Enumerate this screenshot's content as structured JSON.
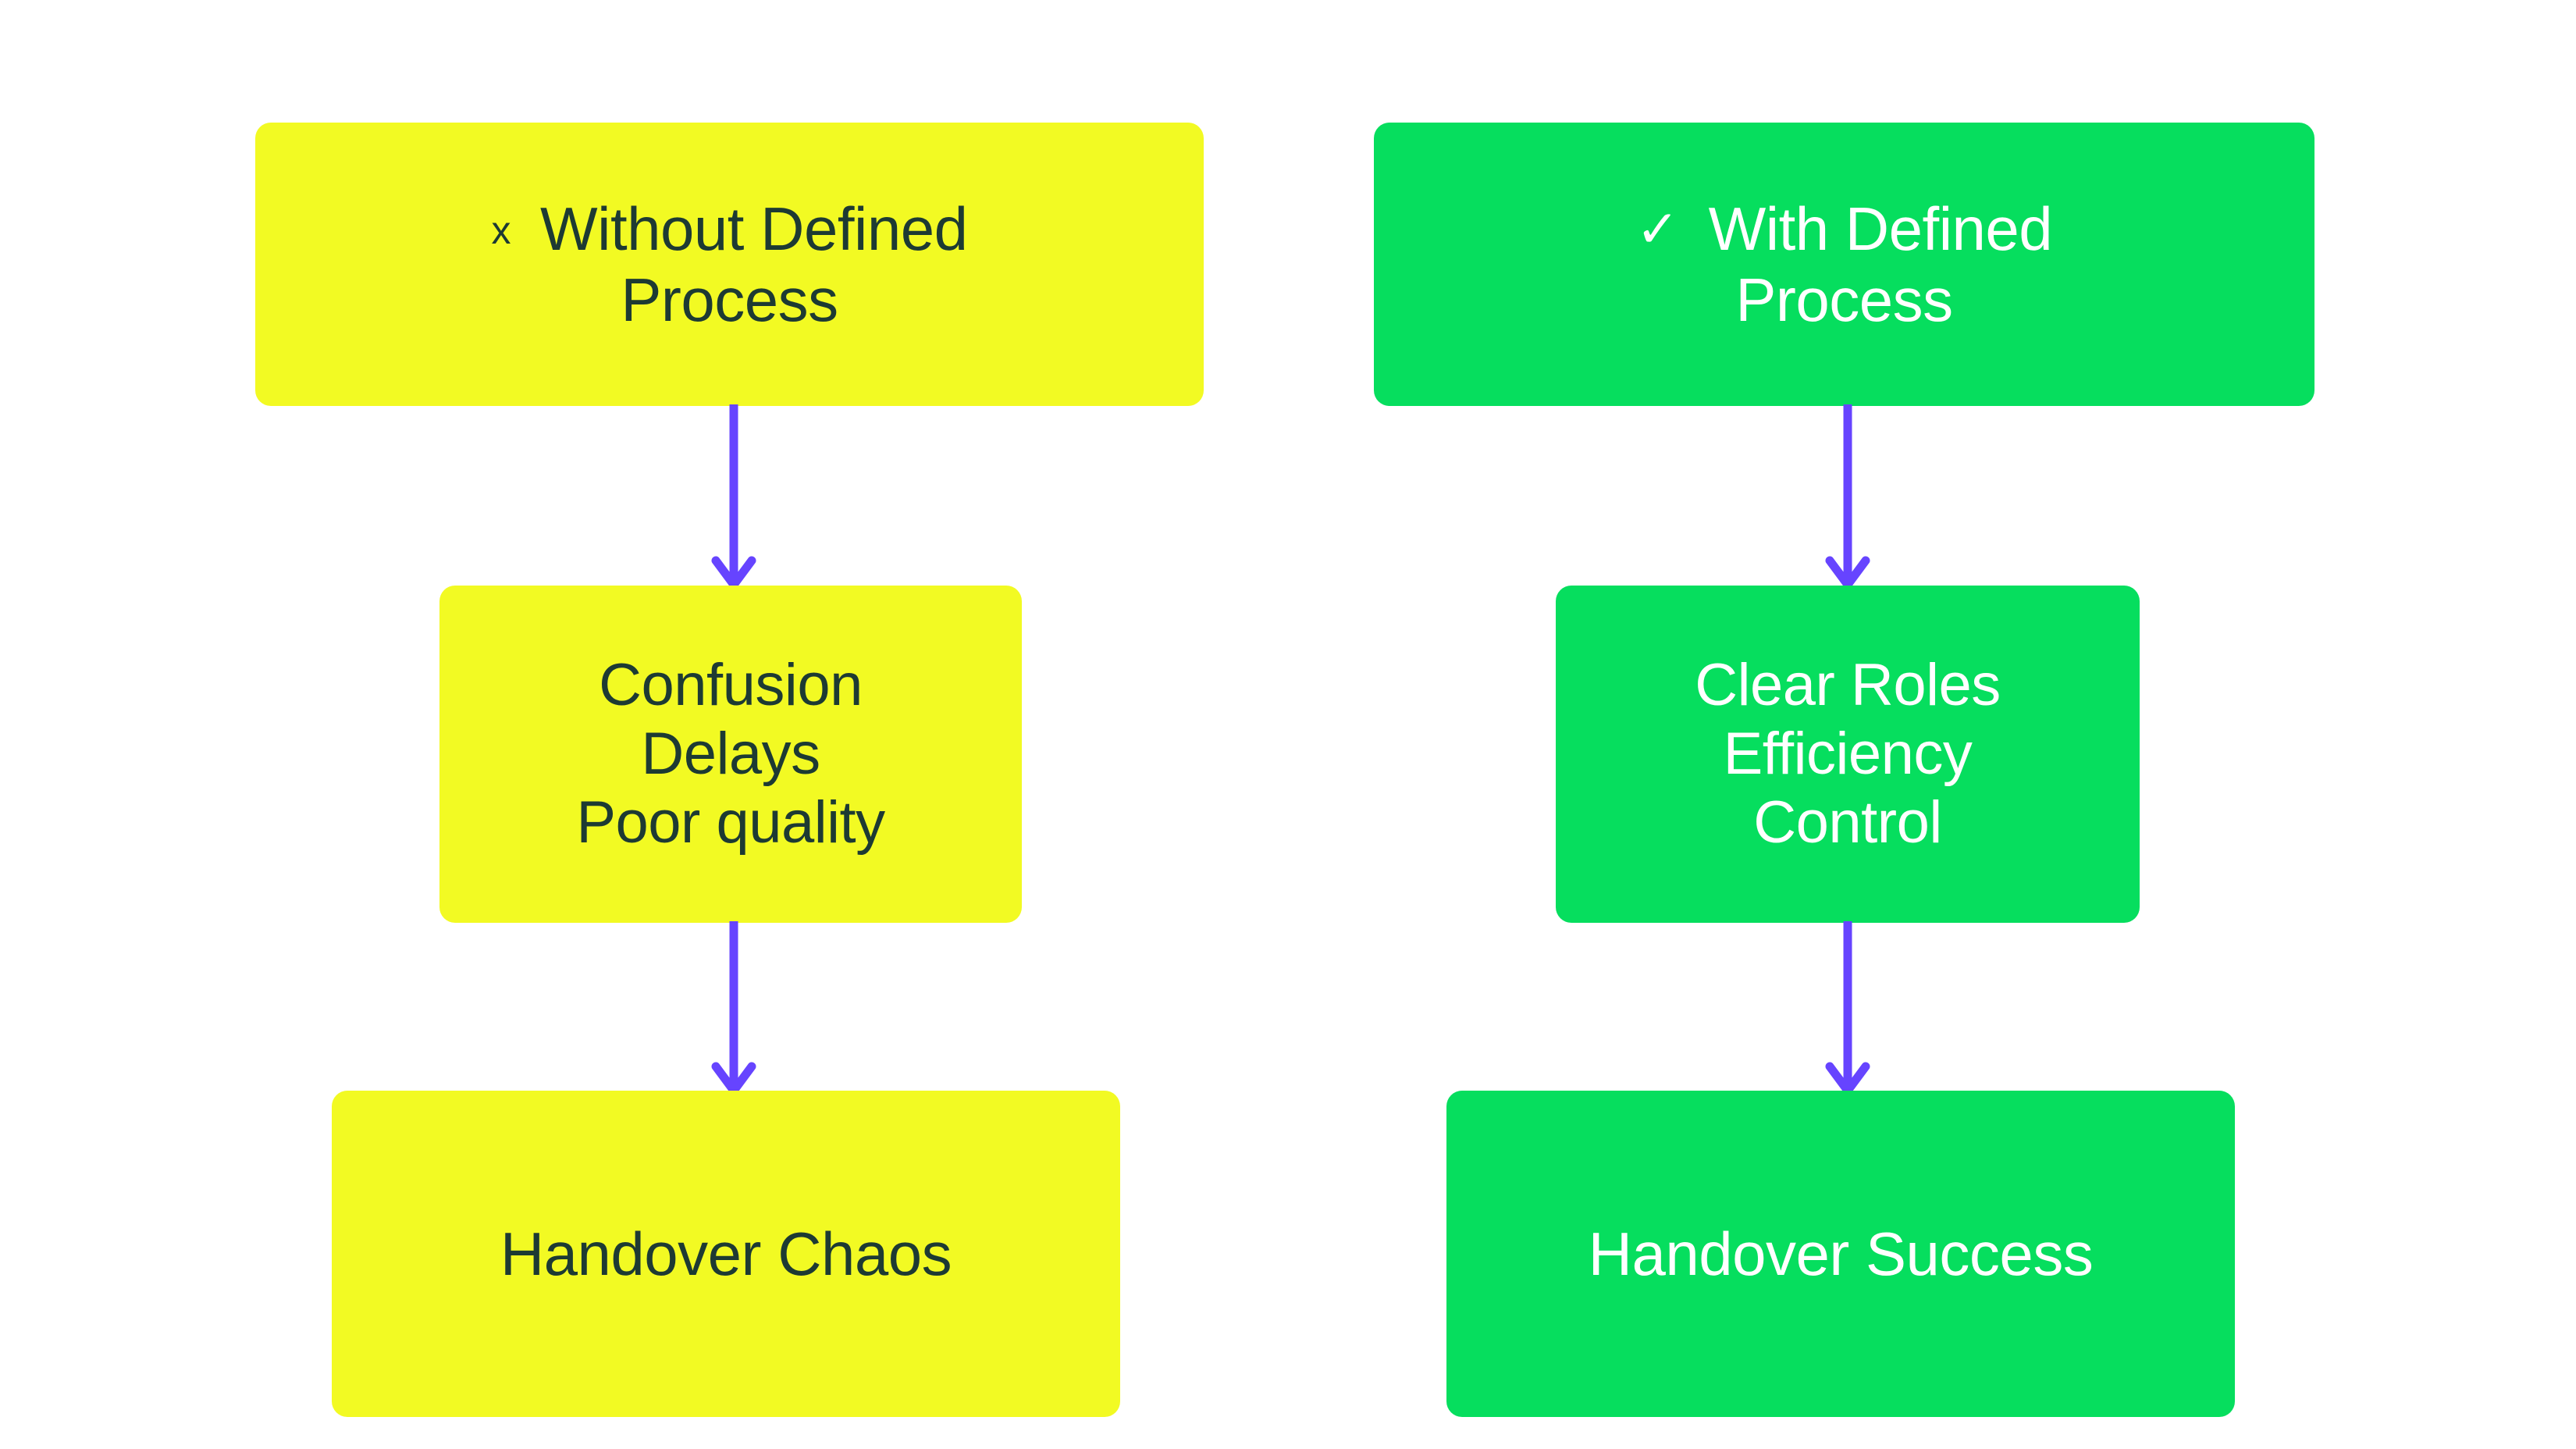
{
  "diagram": {
    "type": "flowchart",
    "orientation": "two parallel vertical chains",
    "background_color": "#FFFFFF",
    "palette": {
      "warn_fill": "#F2FA23",
      "warn_text": "#1D3A33",
      "good_fill": "#06DE5E",
      "good_text": "#FFFFFF",
      "connector": "#6644FF"
    },
    "columns": [
      {
        "id": "without-defined-process",
        "variant": "warn",
        "nodes": [
          {
            "id": "node-without-defined-process",
            "marker": "x",
            "marker_icon": "x-mark-icon",
            "lines": [
              "Without Defined",
              "Process"
            ]
          },
          {
            "id": "node-confusion-delays-poor-quality",
            "lines": [
              "Confusion",
              "Delays",
              "Poor quality"
            ]
          },
          {
            "id": "node-handover-chaos",
            "lines": [
              "Handover Chaos"
            ]
          }
        ]
      },
      {
        "id": "with-defined-process",
        "variant": "good",
        "nodes": [
          {
            "id": "node-with-defined-process",
            "marker": "✓",
            "marker_icon": "check-mark-icon",
            "lines": [
              "With Defined",
              "Process"
            ]
          },
          {
            "id": "node-clear-roles-efficiency-control",
            "lines": [
              "Clear Roles",
              "Efficiency",
              "Control"
            ]
          },
          {
            "id": "node-handover-success",
            "lines": [
              "Handover Success"
            ]
          }
        ]
      }
    ],
    "connectors": [
      {
        "id": "arrow-left-top",
        "from": "node-without-defined-process",
        "to": "node-confusion-delays-poor-quality"
      },
      {
        "id": "arrow-left-bottom",
        "from": "node-confusion-delays-poor-quality",
        "to": "node-handover-chaos"
      },
      {
        "id": "arrow-right-top",
        "from": "node-with-defined-process",
        "to": "node-clear-roles-efficiency-control"
      },
      {
        "id": "arrow-right-bottom",
        "from": "node-clear-roles-efficiency-control",
        "to": "node-handover-success"
      }
    ]
  }
}
